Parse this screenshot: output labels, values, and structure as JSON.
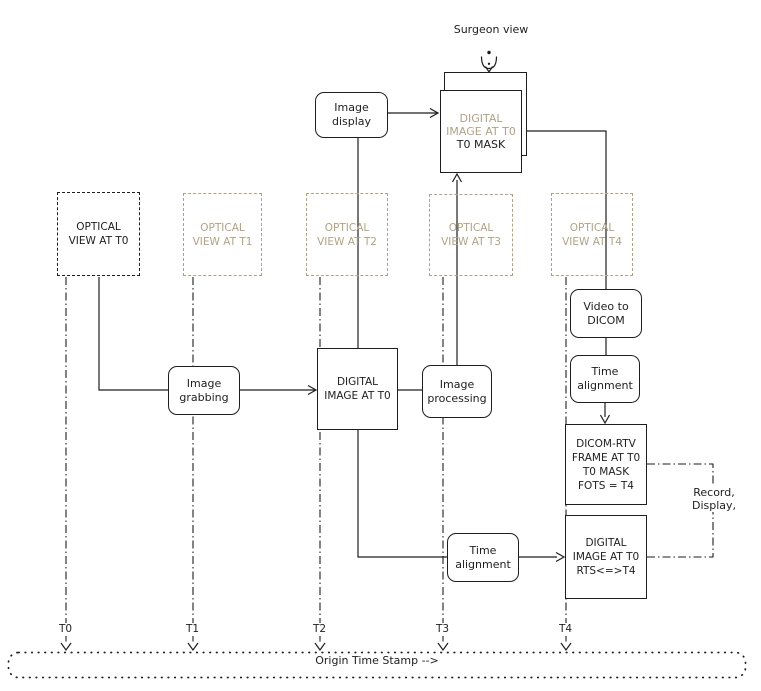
{
  "colors": {
    "ink": "#1e1e1e",
    "faded": "#b2a284"
  },
  "surgeon_view_label": "Surgeon view",
  "mask_box": {
    "l1": "DIGITAL",
    "l2": "IMAGE AT T0",
    "l3": "T0 MASK"
  },
  "optical": {
    "t0": {
      "l1": "OPTICAL",
      "l2": "VIEW AT T0"
    },
    "t1": {
      "l1": "OPTICAL",
      "l2": "VIEW AT T1"
    },
    "t2": {
      "l1": "OPTICAL",
      "l2": "VIEW AT T2"
    },
    "t3": {
      "l1": "OPTICAL",
      "l2": "VIEW AT T3"
    },
    "t4": {
      "l1": "OPTICAL",
      "l2": "VIEW AT T4"
    }
  },
  "process": {
    "image_display": {
      "l1": "Image",
      "l2": "display"
    },
    "image_grabbing": {
      "l1": "Image",
      "l2": "grabbing"
    },
    "image_processing": {
      "l1": "Image",
      "l2": "processing"
    },
    "video_to_dicom": {
      "l1": "Video to",
      "l2": "DICOM"
    },
    "time_alignment_top": {
      "l1": "Time",
      "l2": "alignment"
    },
    "time_alignment_bottom": {
      "l1": "Time",
      "l2": "alignment"
    }
  },
  "digital_image": {
    "l1": "DIGITAL",
    "l2": "IMAGE AT T0"
  },
  "dicom_rtv": {
    "l1": "DICOM-RTV",
    "l2": "FRAME AT T0",
    "l3": "T0 MASK",
    "l4": "FOTS = T4"
  },
  "digital_image_rts": {
    "l1": "DIGITAL",
    "l2": "IMAGE AT T0",
    "l3": "RTS<=>T4"
  },
  "record_display": {
    "l1": "Record,",
    "l2": "Display,"
  },
  "timeline": {
    "t0": "T0",
    "t1": "T1",
    "t2": "T2",
    "t3": "T3",
    "t4": "T4",
    "axis": "Origin Time Stamp --&gt;"
  },
  "timeline_axis_plain": "Origin Time Stamp -->"
}
